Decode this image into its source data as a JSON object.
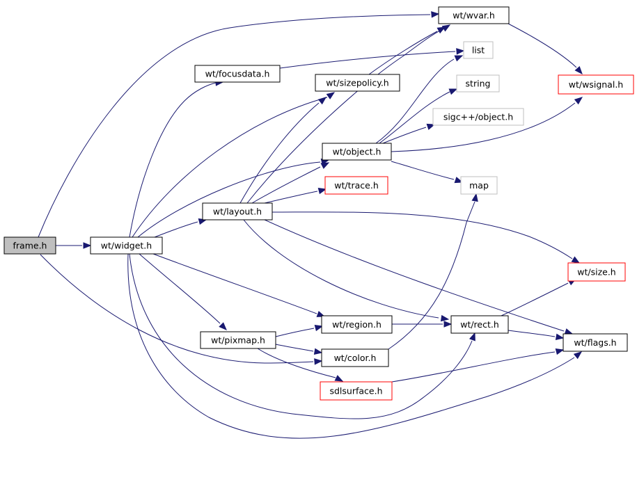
{
  "colors": {
    "edge": "#191970",
    "root_fill": "#bfbfbf",
    "normal_border": "#000000",
    "linked_border": "#ff0000",
    "external_border": "#bfbfbf"
  },
  "nodes": {
    "frame": "frame.h",
    "widget": "wt/widget.h",
    "wvar": "wt/wvar.h",
    "focusdata": "wt/focusdata.h",
    "list": "list",
    "sizepolicy": "wt/sizepolicy.h",
    "string": "string",
    "wsignal": "wt/wsignal.h",
    "sigcobject": "sigc++/object.h",
    "object": "wt/object.h",
    "trace": "wt/trace.h",
    "map": "map",
    "layout": "wt/layout.h",
    "size": "wt/size.h",
    "region": "wt/region.h",
    "rect": "wt/rect.h",
    "pixmap": "wt/pixmap.h",
    "flags": "wt/flags.h",
    "color": "wt/color.h",
    "sdlsurface": "sdlsurface.h"
  }
}
